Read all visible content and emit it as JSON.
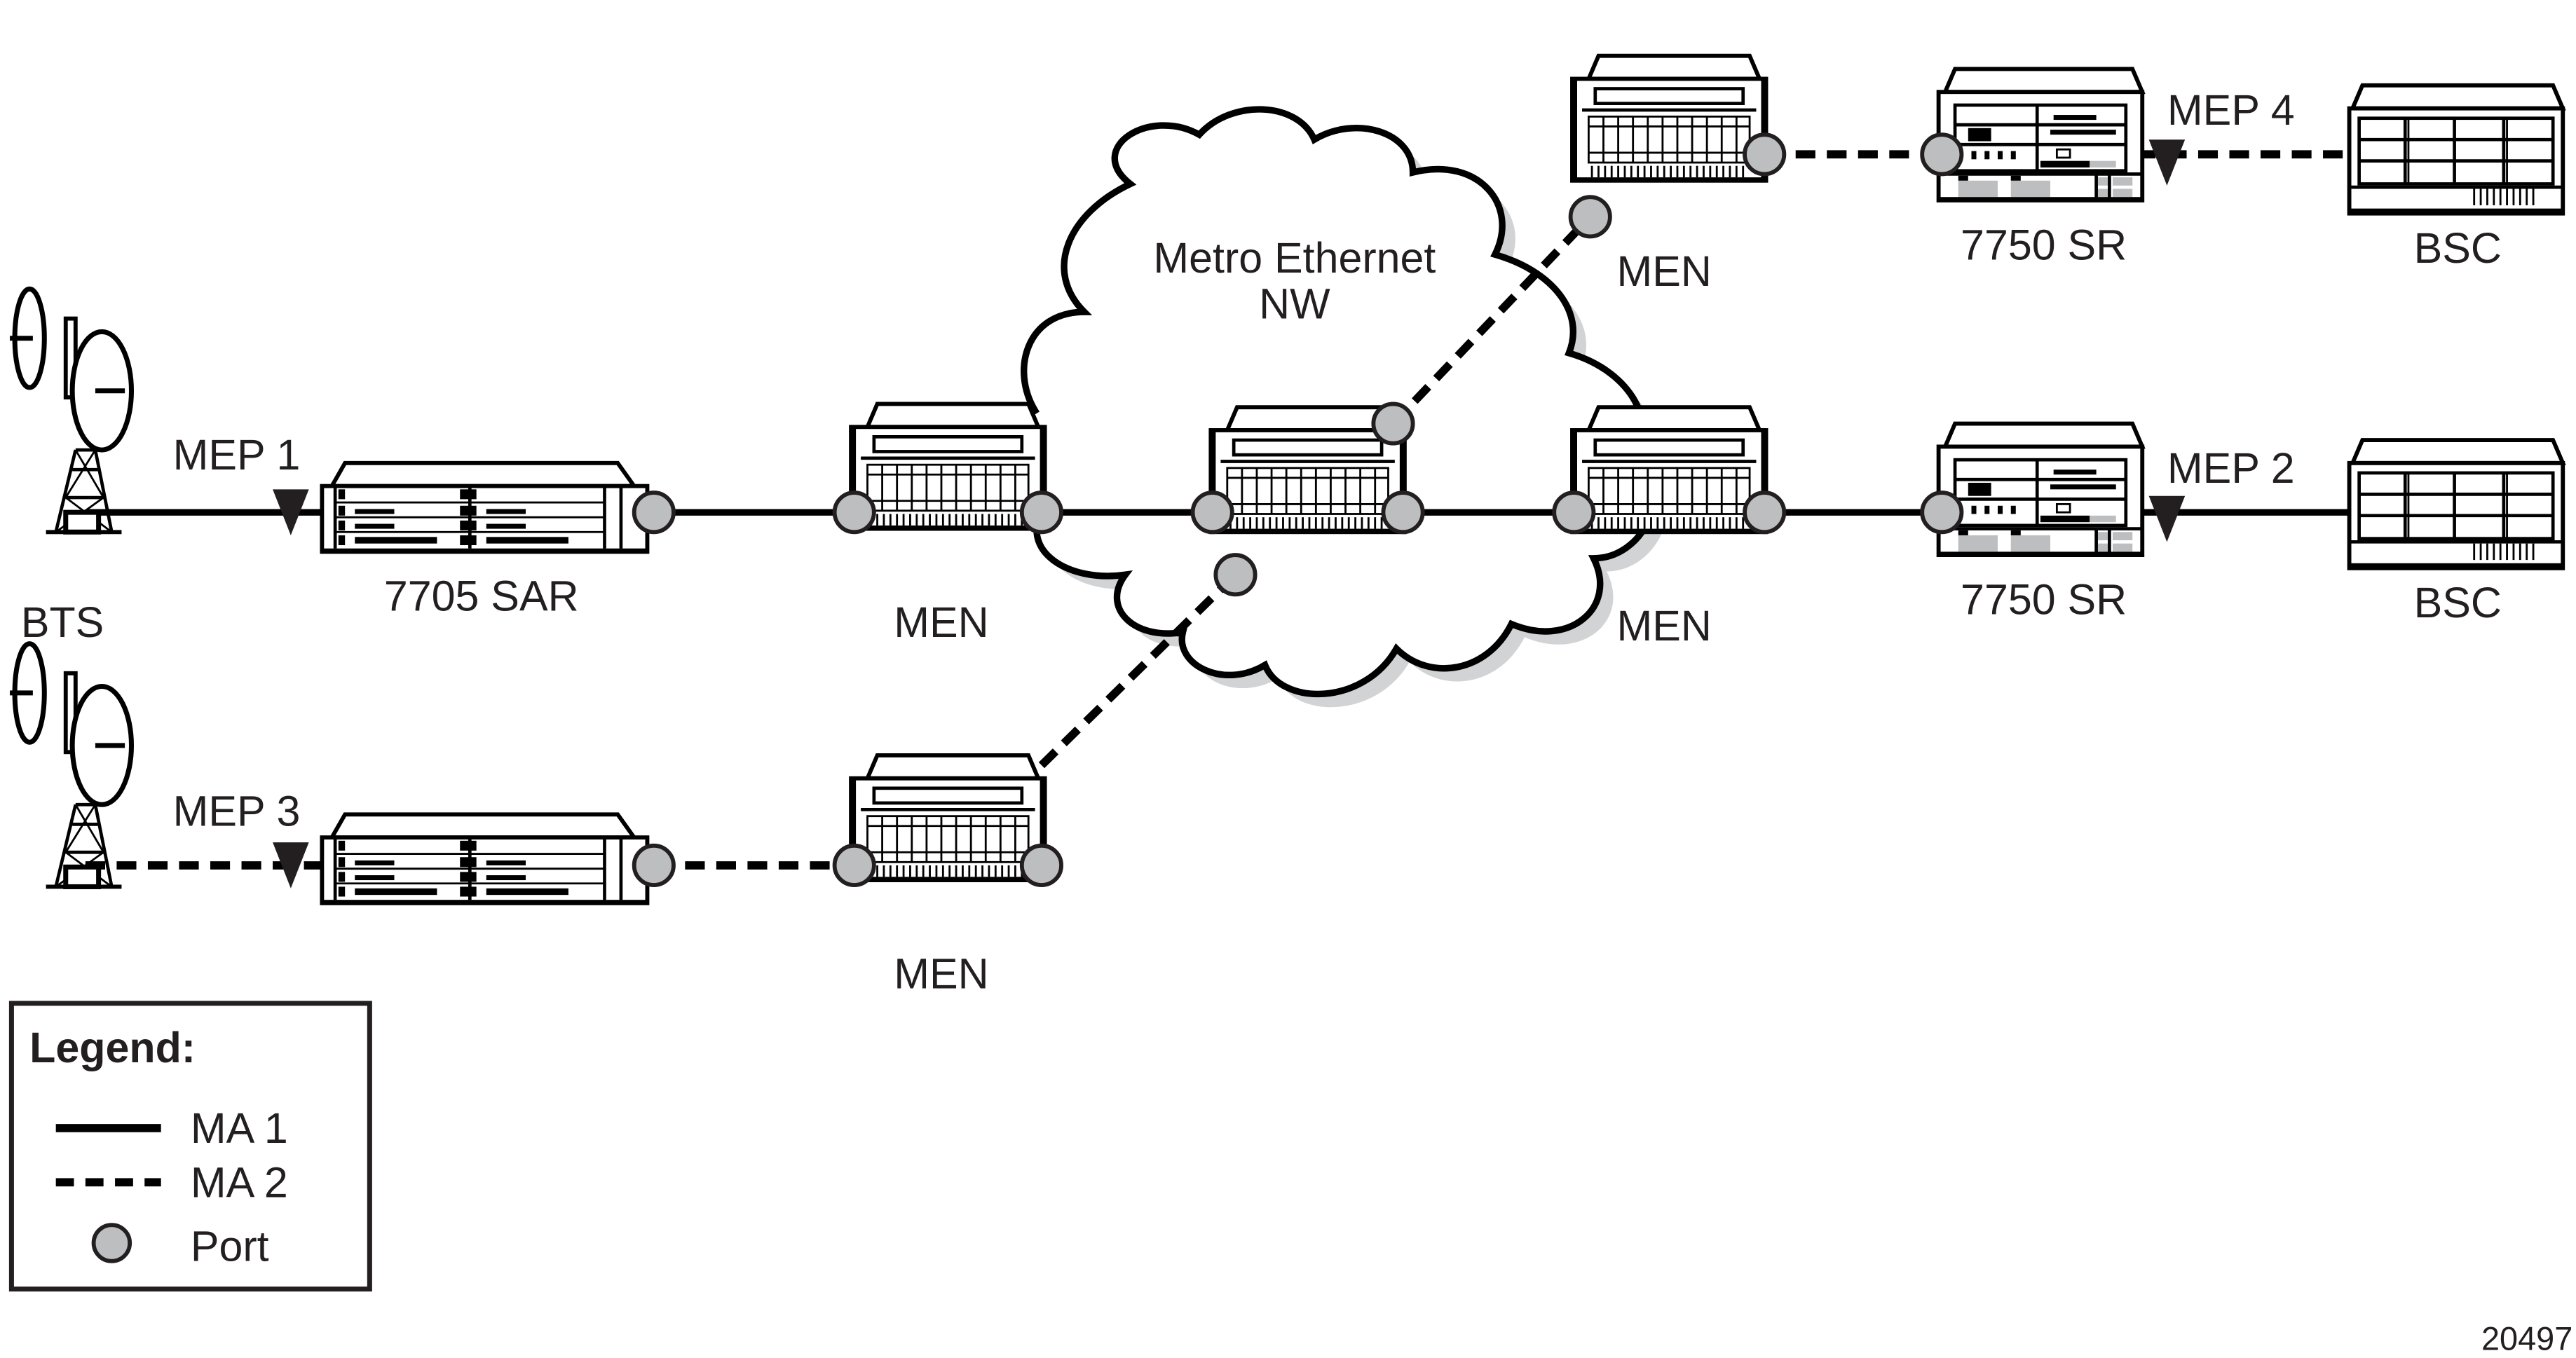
{
  "figure_id": "20497",
  "cloud": {
    "label_line1": "Metro Ethernet",
    "label_line2": "NW"
  },
  "nodes": {
    "bts_1": "BTS",
    "sar_1": "7705 SAR",
    "men_left": "MEN",
    "men_center": "",
    "men_right": "MEN",
    "men_top": "MEN",
    "men_bottom": "MEN",
    "sr_top": "7750 SR",
    "sr_mid": "7750 SR",
    "bsc_top": "BSC",
    "bsc_mid": "BSC"
  },
  "meps": {
    "mep1": "MEP 1",
    "mep2": "MEP 2",
    "mep3": "MEP 3",
    "mep4": "MEP 4"
  },
  "legend": {
    "title": "Legend:",
    "items": [
      {
        "label": "MA 1",
        "symbol": "solid-line"
      },
      {
        "label": "MA 2",
        "symbol": "dashed-line"
      },
      {
        "label": "Port",
        "symbol": "port-circle"
      }
    ]
  },
  "colors": {
    "port_fill": "#bcbec0",
    "line": "#000000",
    "text": "#231f20",
    "cloud_shadow": "#d1d3d4"
  }
}
